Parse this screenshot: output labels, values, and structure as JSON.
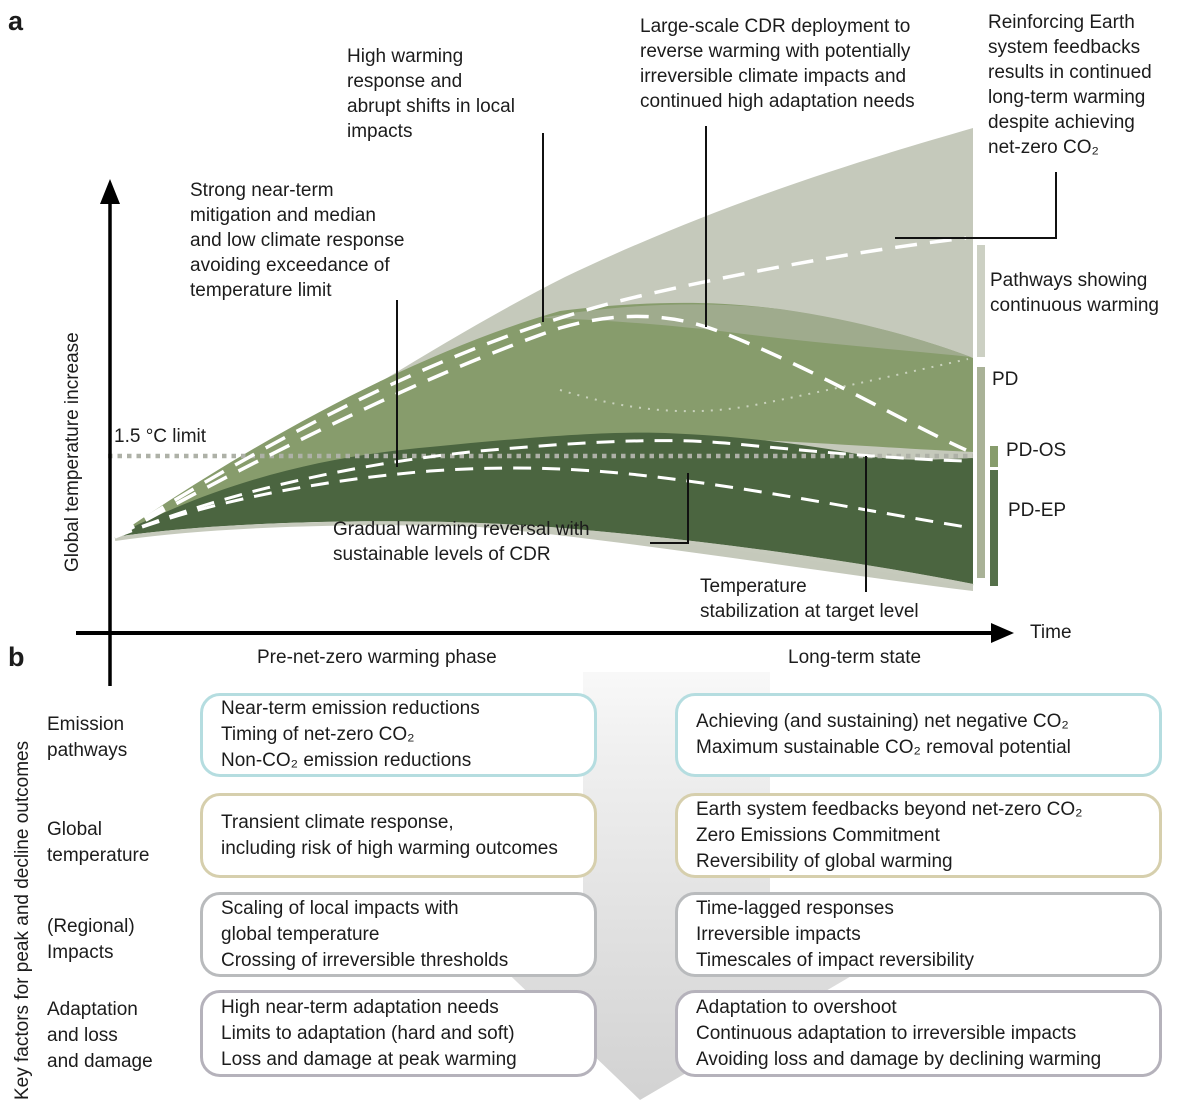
{
  "panel_a": {
    "label": "a",
    "y_axis_label": "Global temperature increase",
    "x_axis_label": "Time",
    "x_phase_left": "Pre-net-zero warming phase",
    "x_phase_right": "Long-term state",
    "limit_label": "1.5 °C limit",
    "annotations": {
      "strong_mitigation": "Strong near-term\nmitigation and median\nand low climate response\navoiding exceedance of\ntemperature limit",
      "high_warming": "High warming\nresponse and\nabrupt shifts in local\nimpacts",
      "cdr_deployment": "Large-scale CDR deployment to\nreverse warming with potentially\nirreversible climate impacts and\ncontinued high adaptation needs",
      "reinforcing_feedbacks": "Reinforcing Earth\nsystem feedbacks\nresults in continued\nlong-term warming\ndespite achieving\nnet-zero CO₂",
      "gradual_reversal": "Gradual warming reversal with\nsustainable levels of CDR",
      "temp_stabilization": "Temperature\nstabilization at target level",
      "continuous_warming": "Pathways showing\ncontinuous warming"
    },
    "legend": {
      "pd": "PD",
      "pd_os": "PD-OS",
      "pd_ep": "PD-EP"
    },
    "colors": {
      "gray_band": "#c5c9bb",
      "overlap_band": "#9fab8d",
      "medium_band": "#879c6c",
      "dark_band": "#4b6540",
      "pale_edge": "#c6cabc",
      "limit_line": "#aeb1a7",
      "bar_continuous": "#ccd0c3",
      "bar_pd": "#a9b297",
      "bar_pd_os": "#879c6c",
      "bar_pd_ep": "#55704a"
    }
  },
  "panel_b": {
    "label": "b",
    "side_label": "Key factors for peak and decline outcomes",
    "arrow_top_color": "#f0f0f0",
    "arrow_bottom_color": "#d2d2d2",
    "rows": [
      {
        "label": "Emission\npathways",
        "left": "Near-term emission reductions\nTiming of net-zero CO₂\nNon-CO₂ emission reductions",
        "right": "Achieving (and sustaining) net negative CO₂\nMaximum sustainable CO₂ removal potential",
        "border_color": "#b5dde0"
      },
      {
        "label": "Global\ntemperature",
        "left": "Transient climate response,\nincluding risk of high warming outcomes",
        "right": "Earth system feedbacks beyond net-zero CO₂\nZero Emissions Commitment\nReversibility of global warming",
        "border_color": "#d6cfad"
      },
      {
        "label": "(Regional)\nImpacts",
        "left": "Scaling of local impacts with\nglobal temperature\nCrossing of irreversible thresholds",
        "right": "Time-lagged responses\nIrreversible impacts\nTimescales of impact reversibility",
        "border_color": "#b9bbbd"
      },
      {
        "label": "Adaptation\nand loss\nand damage",
        "left": "High near-term adaptation needs\nLimits to adaptation (hard and soft)\nLoss and damage at peak warming",
        "right": "Adaptation to overshoot\nContinuous adaptation to irreversible impacts\nAvoiding loss and damage by declining warming",
        "border_color": "#b5b2bb"
      }
    ]
  },
  "chart_data": {
    "type": "area",
    "xlabel": "Time",
    "ylabel": "Global temperature increase",
    "x_phases": [
      "Pre-net-zero warming phase",
      "Long-term state"
    ],
    "reference_line": {
      "label": "1.5 °C limit",
      "value": 1.5
    },
    "series": [
      {
        "name": "Pathways showing continuous warming",
        "shape": "band rising continuously through the long-term state due to reinforcing Earth system feedbacks"
      },
      {
        "name": "PD",
        "shape": "peak-and-decline band: high warming peak mid-timeline, reversed by large-scale CDR deployment"
      },
      {
        "name": "PD-OS",
        "shape": "overshoot band peaking slightly above the 1.5 °C limit, then temperature stabilization at target level"
      },
      {
        "name": "PD-EP",
        "shape": "early-peak band staying near/below 1.5 °C with gradual warming reversal via sustainable CDR"
      }
    ],
    "legend_position": "right",
    "grid": false
  }
}
